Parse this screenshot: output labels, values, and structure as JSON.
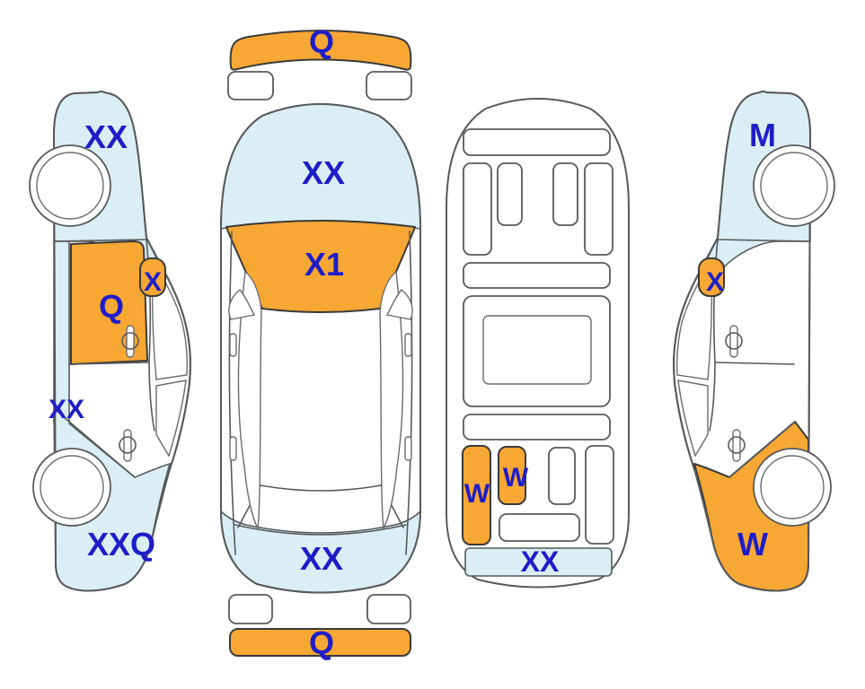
{
  "colors": {
    "damage_highlight_orange": "#F7A734",
    "damage_highlight_blue": "#DAEEF6",
    "label_blue": "#1E1EC8",
    "outline_gray": "#58595B",
    "outline_dark": "#3A3A3A",
    "background": "#FFFFFF"
  },
  "views": {
    "left_side": {
      "labels": {
        "front_fender": "XX",
        "door_mirror": "X",
        "front_door": "Q",
        "rocker_panel": "XX",
        "rear_quarter": "XXQ"
      }
    },
    "top": {
      "labels": {
        "front_bumper": "Q",
        "hood": "XX",
        "windshield": "X1",
        "trunk": "XX",
        "rear_bumper": "Q"
      }
    },
    "underside": {
      "labels": {
        "side_member": "W",
        "cross_member": "W",
        "rear_panel": "XX"
      }
    },
    "right_side": {
      "labels": {
        "front_fender": "M",
        "door_mirror": "X",
        "rear_quarter": "W"
      }
    }
  }
}
